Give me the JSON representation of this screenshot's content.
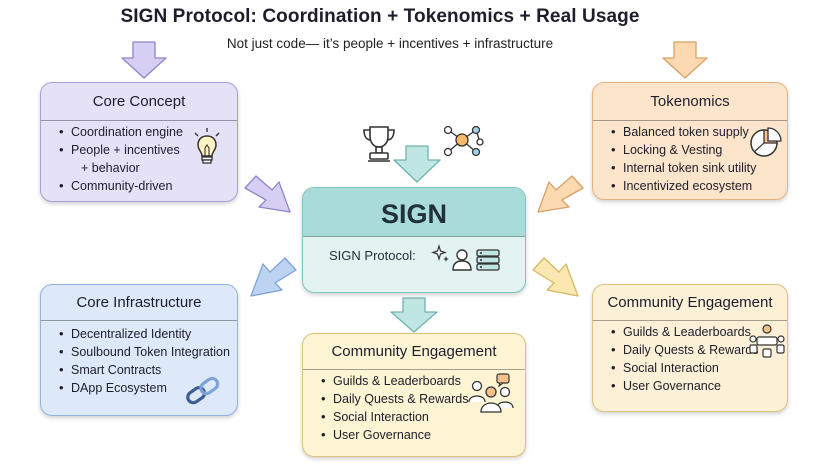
{
  "title": "SIGN Protocol: Coordination + Tokenomics + Real Usage",
  "subtitle": "Not just code— it’s people + incentives + infrastructure",
  "colors": {
    "concept": "#e5e2f7",
    "tokenomics": "#fde5cc",
    "sign": "#a9dcd9",
    "infrastructure": "#dde9f8",
    "community": "#fdf4d4"
  },
  "core_concept": {
    "title": "Core Concept",
    "items": [
      "Coordination engine",
      "People + incentives",
      "+ behavior",
      "Community-driven"
    ],
    "icon": "lightbulb-icon"
  },
  "tokenomics": {
    "title": "Tokenomics",
    "items": [
      "Balanced token supply",
      "Locking & Vesting",
      "Internal token sink utility",
      "Incentivized ecosystem"
    ],
    "icon": "pie-chart-icon"
  },
  "sign": {
    "title": "SIGN",
    "subtitle": "SIGN Protocol:",
    "icons": [
      "sparkle-icon",
      "user-icon",
      "server-icon",
      "trophy-icon",
      "network-icon"
    ]
  },
  "core_infrastructure": {
    "title": "Core Infrastructure",
    "items": [
      "Decentralized Identity",
      "Soulbound Token Integration",
      "Smart Contracts",
      "DApp Ecosystem"
    ],
    "icon": "chain-link-icon"
  },
  "community_center": {
    "title": "Community Engagement",
    "items": [
      "Guilds & Leaderboards",
      "Daily Quests & Rewards",
      "Social Interaction",
      "User Governance"
    ],
    "icon": "group-chat-icon"
  },
  "community_right": {
    "title": "Community Engagement",
    "items": [
      "Guilds & Leaderboards",
      "Daily Quests & Rewards",
      "Social Interaction",
      "User Governance"
    ],
    "icon": "team-table-icon"
  }
}
